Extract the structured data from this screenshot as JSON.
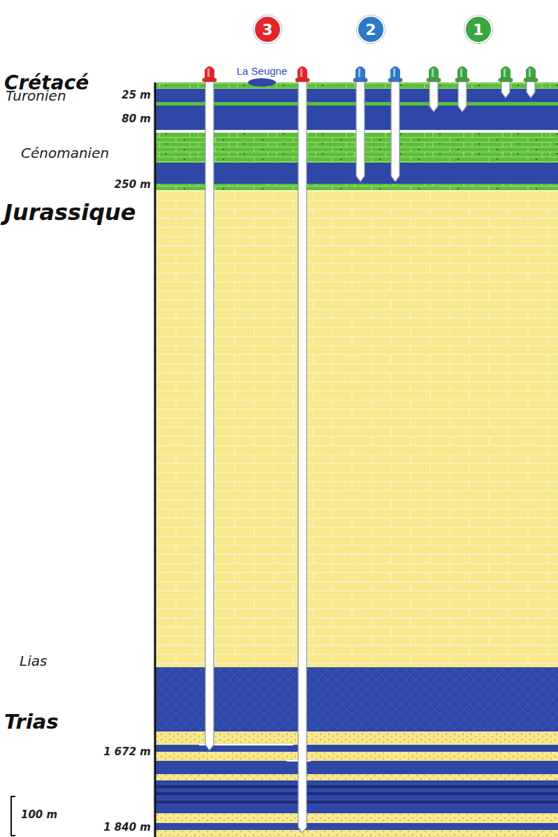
{
  "diagram": {
    "nodes": [
      {
        "text": [
          "3"
        ]
      },
      {
        "text": [
          "2"
        ]
      },
      {
        "text": [
          "1"
        ]
      }
    ],
    "labels": [
      "La Seugne",
      "Crétacé",
      "Turonien",
      "25 m",
      "80 m",
      "Cénomanien",
      "250 m",
      "Jurassique",
      "Lias",
      "Trias",
      "1 672 m",
      "1 840 m",
      "100 m"
    ]
  }
}
